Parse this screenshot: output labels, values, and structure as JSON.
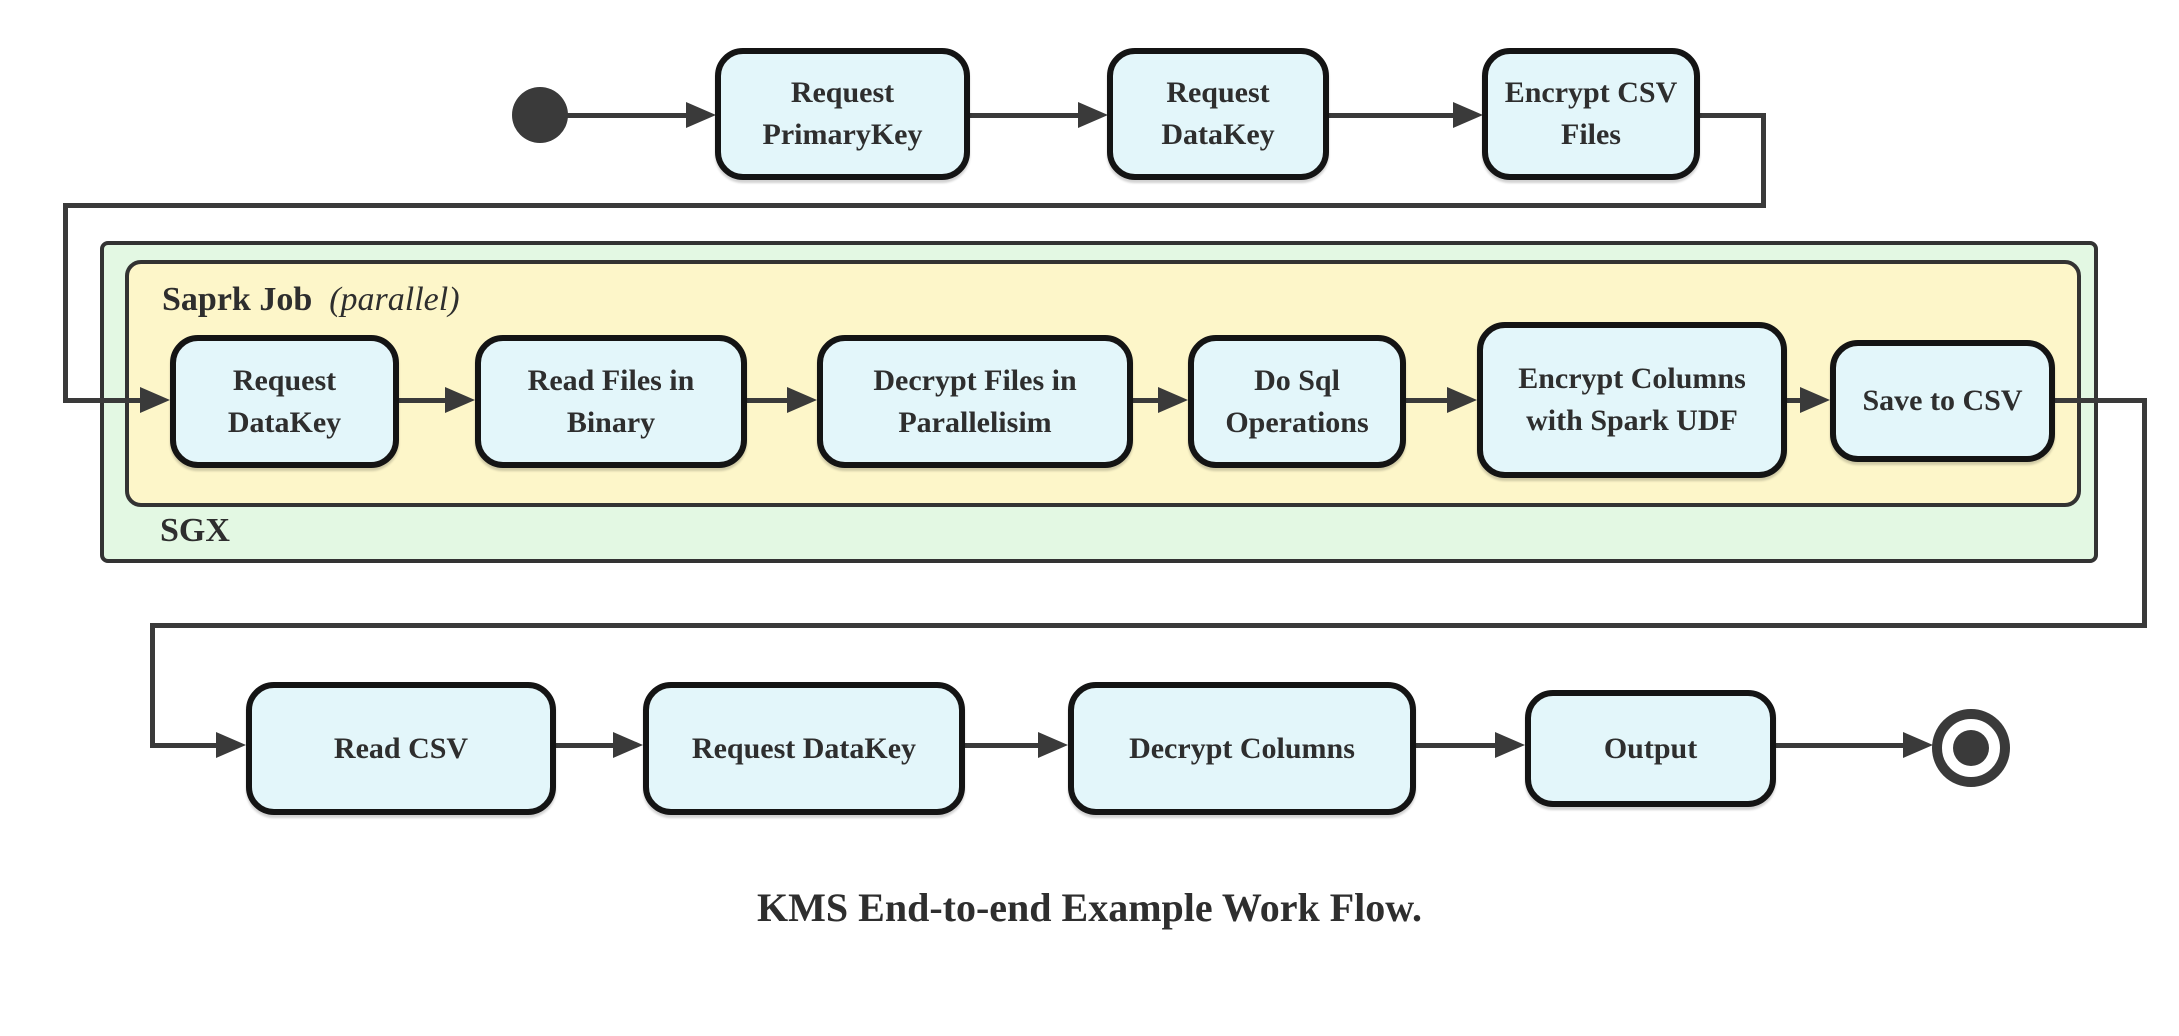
{
  "colors": {
    "background": "#ffffff",
    "node_fill": "#e3f6fa",
    "node_border": "#141414",
    "container_green_fill": "#e3f8e3",
    "container_yellow_fill": "#fdf6c9",
    "container_border": "#333333",
    "line": "#3a3a3a",
    "text": "#2e2e2e"
  },
  "caption": "KMS End-to-end Example Work Flow.",
  "containers": {
    "sgx": {
      "label": "SGX"
    },
    "spark": {
      "label": "Saprk Job",
      "annotation": "(parallel)"
    }
  },
  "flow": {
    "top_row": [
      {
        "label": "Request PrimaryKey"
      },
      {
        "label": "Request DataKey"
      },
      {
        "label": "Encrypt CSV Files"
      }
    ],
    "spark_row": [
      {
        "label": "Request DataKey"
      },
      {
        "label": "Read Files in Binary"
      },
      {
        "label": "Decrypt Files in Parallelisim"
      },
      {
        "label": "Do Sql Operations"
      },
      {
        "label": "Encrypt Columns with Spark UDF"
      },
      {
        "label": "Save to CSV"
      }
    ],
    "bottom_row": [
      {
        "label": "Read CSV"
      },
      {
        "label": "Request DataKey"
      },
      {
        "label": "Decrypt Columns"
      },
      {
        "label": "Output"
      }
    ]
  }
}
